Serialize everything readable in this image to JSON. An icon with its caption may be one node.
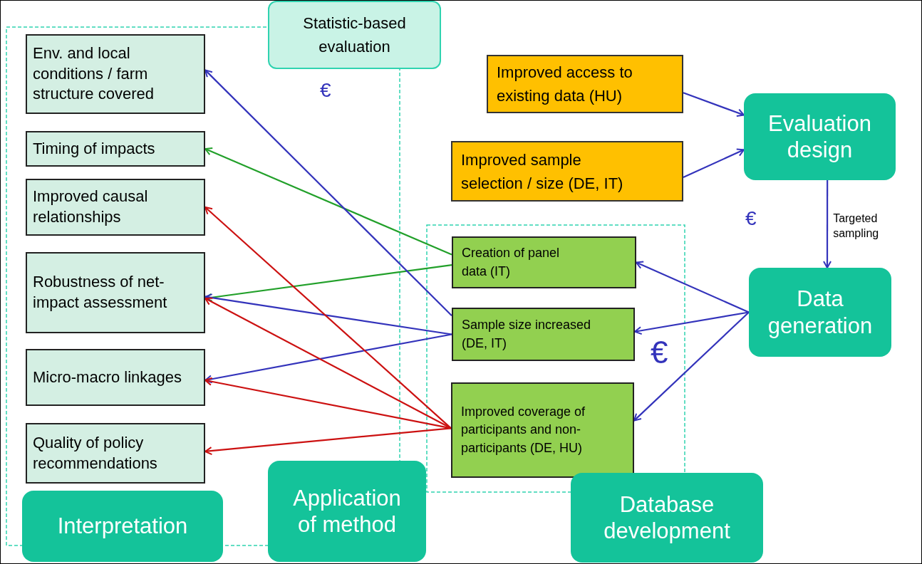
{
  "diagram": {
    "nodes": [
      {
        "text": [
          "Statistic-based evaluation"
        ]
      },
      {
        "text": [
          "Env. and local conditions / farm structure covered"
        ]
      },
      {
        "text": [
          "Timing of impacts"
        ]
      },
      {
        "text": [
          "Improved causal relationships"
        ]
      },
      {
        "text": [
          "Robustness of net-impact assessment"
        ]
      },
      {
        "text": [
          "Micro-macro linkages"
        ]
      },
      {
        "text": [
          "Quality of policy recommendations"
        ]
      },
      {
        "text": [
          "Interpretation"
        ]
      },
      {
        "text": [
          "Application of method"
        ]
      },
      {
        "text": [
          "Improved access to existing data (HU)"
        ]
      },
      {
        "text": [
          "Improved sample selection / size (DE, IT)"
        ]
      },
      {
        "text": [
          "Evaluation design"
        ]
      },
      {
        "text": [
          "Creation of panel data (IT)"
        ]
      },
      {
        "text": [
          "Sample size increased (DE, IT)"
        ]
      },
      {
        "text": [
          "Improved coverage of participants and non-participants (DE, HU)"
        ]
      },
      {
        "text": [
          "Data generation"
        ]
      },
      {
        "text": [
          "Database development"
        ]
      }
    ],
    "edges": [
      {
        "from": 9,
        "to": 11,
        "arrow": "to"
      },
      {
        "from": 10,
        "to": 11,
        "arrow": "to"
      },
      {
        "from": 11,
        "to": 15,
        "arrow": "to",
        "label": "Targeted sampling"
      },
      {
        "from": 15,
        "to": 12,
        "arrow": "to"
      },
      {
        "from": 15,
        "to": 13,
        "arrow": "to"
      },
      {
        "from": 15,
        "to": 14,
        "arrow": "to"
      },
      {
        "from": 12,
        "to": 2,
        "arrow": "to",
        "color": "#22a02a"
      },
      {
        "from": 12,
        "to": 4,
        "arrow": "to",
        "color": "#22a02a"
      },
      {
        "from": 13,
        "to": 1,
        "arrow": "to"
      },
      {
        "from": 13,
        "to": 4,
        "arrow": "to"
      },
      {
        "from": 13,
        "to": 5,
        "arrow": "to"
      },
      {
        "from": 14,
        "to": 3,
        "arrow": "to",
        "color": "#cc1111"
      },
      {
        "from": 14,
        "to": 4,
        "arrow": "to",
        "color": "#cc1111"
      },
      {
        "from": 14,
        "to": 5,
        "arrow": "to",
        "color": "#cc1111"
      },
      {
        "from": 14,
        "to": 6,
        "arrow": "to",
        "color": "#cc1111"
      }
    ],
    "labels": [
      "€",
      "€",
      "€"
    ]
  }
}
